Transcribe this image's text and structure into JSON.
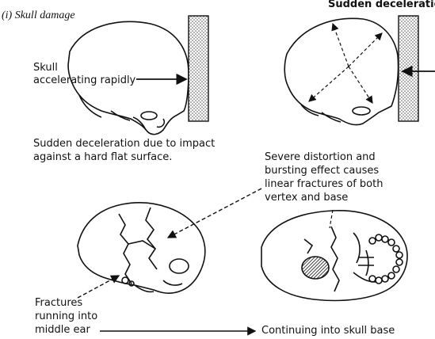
{
  "section_label": "(i) Skull damage",
  "top_right_title": "Sudden deceleration",
  "labels": {
    "skull_accelerating": [
      "Skull",
      "accelerating rapidly"
    ],
    "impact": [
      "Sudden deceleration due to impact",
      "against a hard flat surface."
    ],
    "severe_distortion": [
      "Severe distortion and",
      "bursting effect causes",
      "linear fractures of both",
      "vertex and base"
    ],
    "fractures_ear": [
      "Fractures",
      "running into",
      "middle ear"
    ],
    "skull_base": "Continuing into skull base"
  }
}
